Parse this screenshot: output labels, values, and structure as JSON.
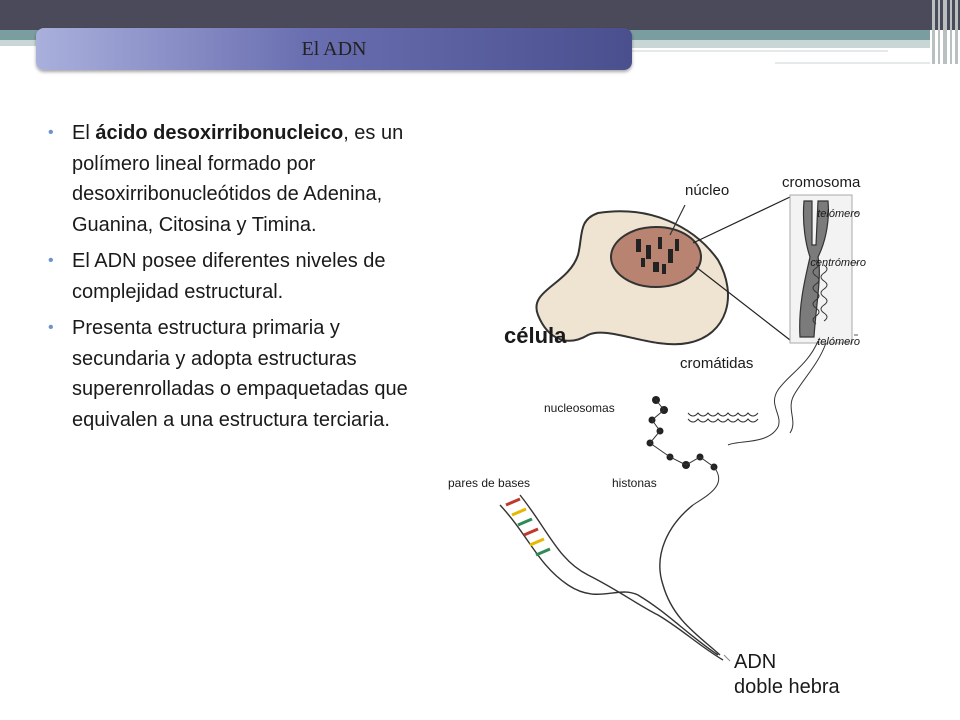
{
  "slide": {
    "title": "El ADN",
    "bullets": [
      {
        "pre": "El ",
        "bold": "ácido desoxirribonucleico",
        "post": ", es un polímero lineal formado por desoxirribonucleótidos de Adenina, Guanina, Citosina y Timina."
      },
      {
        "pre": "El ADN posee diferentes niveles de complejidad estructural.",
        "bold": "",
        "post": ""
      },
      {
        "pre": "Presenta estructura primaria y secundaria y adopta estructuras superenrolladas o empaquetadas que equivalen a una estructura terciaria.",
        "bold": "",
        "post": ""
      }
    ]
  },
  "diagram": {
    "labels": {
      "nucleo": "núcleo",
      "celula": "célula",
      "cromosoma": "cromosoma",
      "telomero_top": "telómero",
      "centromero": "centrómero",
      "telomero_bottom": "telómero",
      "cromatidas": "cromátidas",
      "nucleosomas": "nucleosomas",
      "histonas": "histonas",
      "pares_de_bases": "pares de bases",
      "adn": "ADN",
      "doble_hebra": "doble hebra"
    }
  }
}
